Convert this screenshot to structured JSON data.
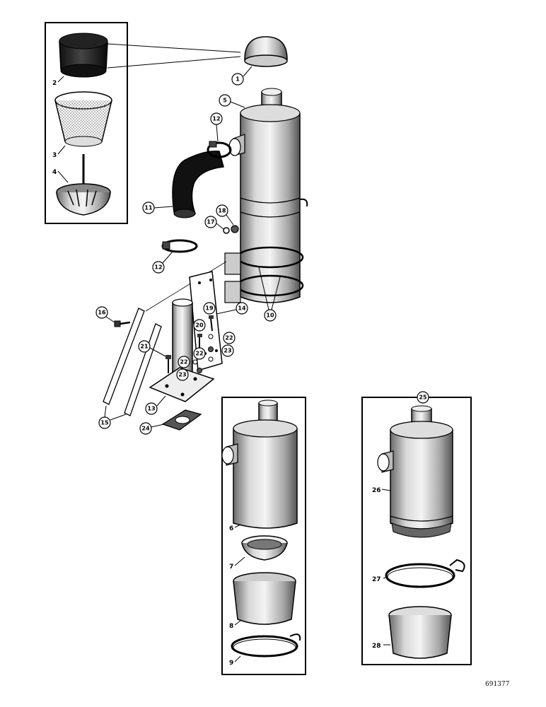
{
  "figure_number": "691377",
  "callouts": {
    "c1": "1",
    "c2": "2",
    "c3": "3",
    "c4": "4",
    "c5": "5",
    "c6": "6",
    "c7": "7",
    "c8": "8",
    "c9": "9",
    "c10": "10",
    "c11": "11",
    "c12a": "12",
    "c12b": "12",
    "c13": "13",
    "c14": "14",
    "c15": "15",
    "c16": "16",
    "c17": "17",
    "c18": "18",
    "c19": "19",
    "c20": "20",
    "c21": "21",
    "c22a": "22",
    "c22b": "22",
    "c22c": "22",
    "c23a": "23",
    "c23b": "23",
    "c24": "24",
    "c25": "25",
    "c26": "26",
    "c27": "27",
    "c28": "28"
  }
}
